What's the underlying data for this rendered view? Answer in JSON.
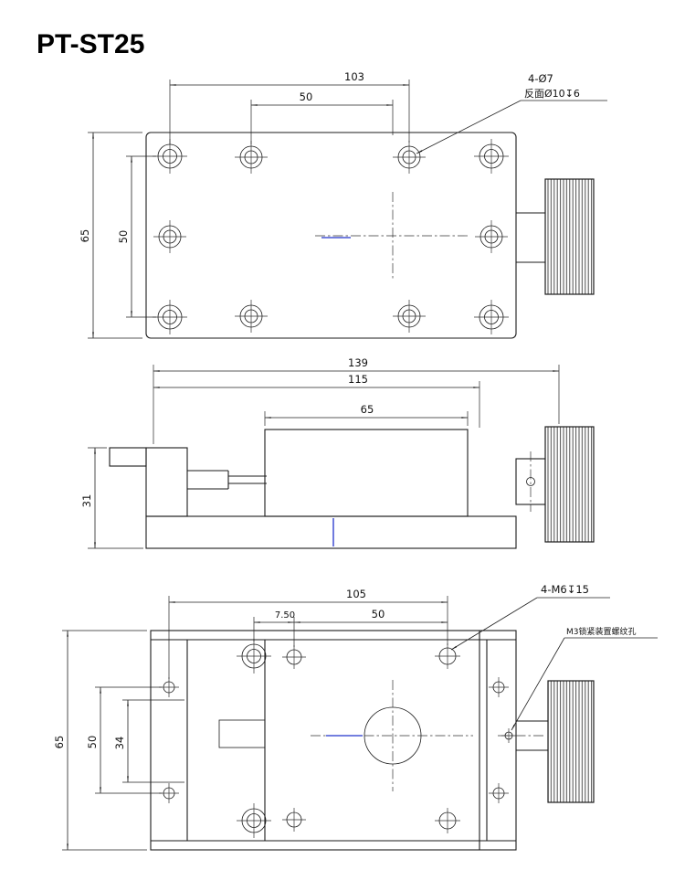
{
  "title": "PT-ST25",
  "views": {
    "top": {
      "dim_103": "103",
      "dim_50_top": "50",
      "dim_65": "65",
      "dim_50_left": "50",
      "callout_line1": "4-Ø7",
      "callout_line2": "反面Ø10↧6"
    },
    "side": {
      "dim_139": "139",
      "dim_115": "115",
      "dim_65": "65",
      "dim_31": "31"
    },
    "bottom": {
      "dim_105": "105",
      "dim_7_50": "7.50",
      "dim_50_top": "50",
      "dim_65": "65",
      "dim_50_left": "50",
      "dim_34": "34",
      "callout_m6": "4-M6↧15",
      "callout_m3": "M3锁紧装置螺纹孔"
    }
  },
  "colors": {
    "line": "#1b1b1b",
    "centerline": "#333333",
    "accent_blue": "#2233cc",
    "background": "#ffffff"
  }
}
